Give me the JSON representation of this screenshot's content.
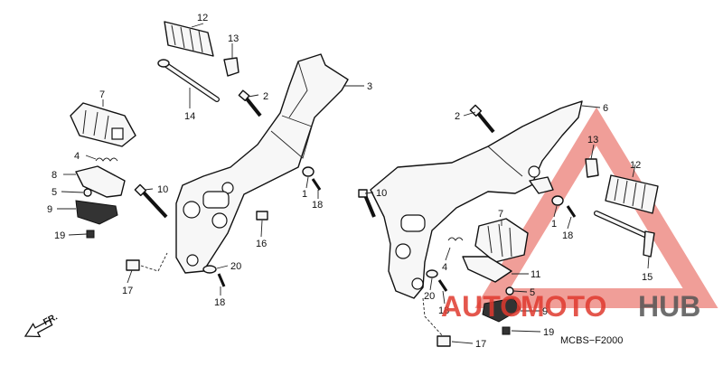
{
  "diagram_code": "MCBS−F2000",
  "direction_label": "FR.",
  "watermark": {
    "text_part1": "AUTO",
    "text_part2": "MOTO",
    "text_part3": "HUB",
    "color_red": "#e03a2f",
    "color_gray": "#555555"
  },
  "callouts": {
    "left": {
      "n12": "12",
      "n13": "13",
      "n14": "14",
      "n2": "2",
      "n3": "3",
      "n7": "7",
      "n4": "4",
      "n8": "8",
      "n5": "5",
      "n9": "9",
      "n19": "19",
      "n10": "10",
      "n1": "1",
      "n18a": "18",
      "n16": "16",
      "n20": "20",
      "n17": "17",
      "n18b": "18"
    },
    "right": {
      "n2": "2",
      "n6": "6",
      "n13": "13",
      "n12": "12",
      "n10": "10",
      "n7": "7",
      "n1": "1",
      "n18a": "18",
      "n4": "4",
      "n11": "11",
      "n5": "5",
      "n20": "20",
      "n18b": "18",
      "n9": "9",
      "n15": "15",
      "n19": "19",
      "n17": "17"
    }
  }
}
